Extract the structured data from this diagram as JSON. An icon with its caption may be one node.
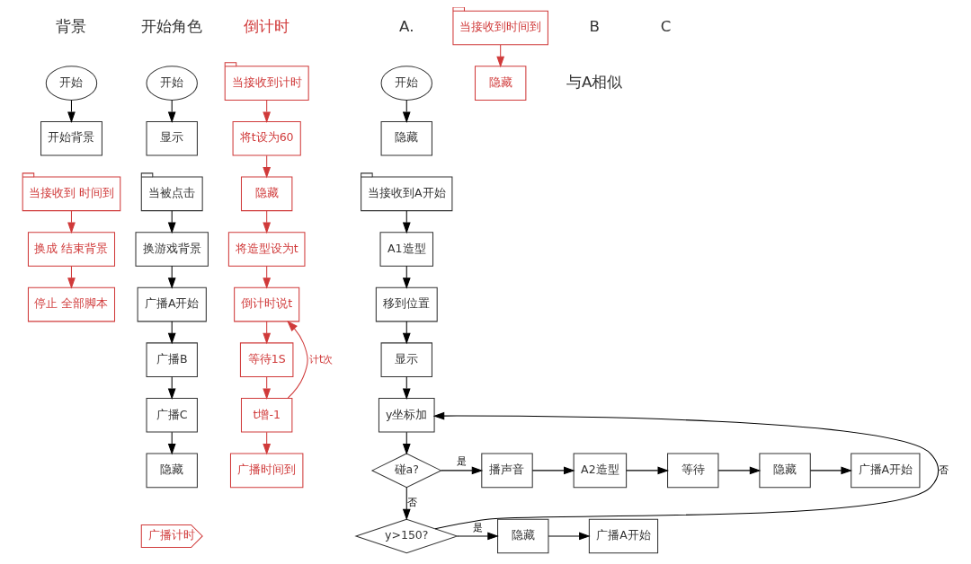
{
  "diagram": {
    "nodes": [
      {
        "text": [
          "开始"
        ]
      },
      {
        "text": [
          "开始背景"
        ]
      },
      {
        "text": [
          "当接收到 时间到"
        ]
      },
      {
        "text": [
          "换成 结束背景"
        ]
      },
      {
        "text": [
          "停止 全部脚本"
        ]
      },
      {
        "text": [
          "开始"
        ]
      },
      {
        "text": [
          "显示"
        ]
      },
      {
        "text": [
          "当被点击"
        ]
      },
      {
        "text": [
          "换游戏背景"
        ]
      },
      {
        "text": [
          "广播A开始"
        ]
      },
      {
        "text": [
          "广播B"
        ]
      },
      {
        "text": [
          "广播C"
        ]
      },
      {
        "text": [
          "隐藏"
        ]
      },
      {
        "text": [
          "广播计时"
        ]
      },
      {
        "text": [
          "当接收到计时"
        ]
      },
      {
        "text": [
          "将t设为60"
        ]
      },
      {
        "text": [
          "隐藏"
        ]
      },
      {
        "text": [
          "将造型设为t"
        ]
      },
      {
        "text": [
          "倒计时说t"
        ]
      },
      {
        "text": [
          "等待1S"
        ]
      },
      {
        "text": [
          "t增-1"
        ]
      },
      {
        "text": [
          "广播时间到"
        ]
      },
      {
        "text": [
          "开始"
        ]
      },
      {
        "text": [
          "隐藏"
        ]
      },
      {
        "text": [
          "当接收到A开始"
        ]
      },
      {
        "text": [
          "A1造型"
        ]
      },
      {
        "text": [
          "移到位置"
        ]
      },
      {
        "text": [
          "显示"
        ]
      },
      {
        "text": [
          "y坐标加"
        ]
      },
      {
        "text": [
          "碰a?"
        ]
      },
      {
        "text": [
          "播声音"
        ]
      },
      {
        "text": [
          "A2造型"
        ]
      },
      {
        "text": [
          "等待"
        ]
      },
      {
        "text": [
          "隐藏"
        ]
      },
      {
        "text": [
          "广播A开始"
        ]
      },
      {
        "text": [
          "y>150?"
        ]
      },
      {
        "text": [
          "隐藏"
        ]
      },
      {
        "text": [
          "广播A开始"
        ]
      },
      {
        "text": [
          "当接收到时间到"
        ]
      },
      {
        "text": [
          "隐藏"
        ]
      }
    ],
    "edges": [
      {
        "from": 0,
        "to": 1,
        "arrow": "to"
      },
      {
        "from": 2,
        "to": 3,
        "arrow": "to",
        "color": "#d03a3a"
      },
      {
        "from": 3,
        "to": 4,
        "arrow": "to",
        "color": "#d03a3a"
      },
      {
        "from": 5,
        "to": 6,
        "arrow": "to"
      },
      {
        "from": 7,
        "to": 8,
        "arrow": "to"
      },
      {
        "from": 8,
        "to": 9,
        "arrow": "to"
      },
      {
        "from": 9,
        "to": 10,
        "arrow": "to"
      },
      {
        "from": 10,
        "to": 11,
        "arrow": "to"
      },
      {
        "from": 11,
        "to": 12,
        "arrow": "to"
      },
      {
        "from": 14,
        "to": 15,
        "arrow": "to",
        "color": "#d03a3a"
      },
      {
        "from": 15,
        "to": 16,
        "arrow": "to",
        "color": "#d03a3a"
      },
      {
        "from": 16,
        "to": 17,
        "arrow": "to",
        "color": "#d03a3a"
      },
      {
        "from": 17,
        "to": 18,
        "arrow": "to",
        "color": "#d03a3a"
      },
      {
        "from": 18,
        "to": 19,
        "arrow": "to",
        "color": "#d03a3a"
      },
      {
        "from": 19,
        "to": 20,
        "arrow": "to",
        "color": "#d03a3a"
      },
      {
        "from": 20,
        "to": 18,
        "arrow": "to",
        "label": "计t次",
        "color": "#d03a3a"
      },
      {
        "from": 20,
        "to": 21,
        "arrow": "to",
        "color": "#d03a3a"
      },
      {
        "from": 22,
        "to": 23,
        "arrow": "to"
      },
      {
        "from": 24,
        "to": 25,
        "arrow": "to"
      },
      {
        "from": 25,
        "to": 26,
        "arrow": "to"
      },
      {
        "from": 26,
        "to": 27,
        "arrow": "to"
      },
      {
        "from": 27,
        "to": 28,
        "arrow": "to"
      },
      {
        "from": 28,
        "to": 29,
        "arrow": "to"
      },
      {
        "from": 29,
        "to": 30,
        "arrow": "to",
        "label": "是"
      },
      {
        "from": 30,
        "to": 31,
        "arrow": "to"
      },
      {
        "from": 31,
        "to": 32,
        "arrow": "to"
      },
      {
        "from": 32,
        "to": 33,
        "arrow": "to"
      },
      {
        "from": 33,
        "to": 34,
        "arrow": "to"
      },
      {
        "from": 29,
        "to": 35,
        "arrow": "to",
        "label": "否"
      },
      {
        "from": 35,
        "to": 36,
        "arrow": "to",
        "label": "是"
      },
      {
        "from": 36,
        "to": 37,
        "arrow": "to"
      },
      {
        "from": 35,
        "to": 28,
        "arrow": "to",
        "label": "否"
      },
      {
        "from": 38,
        "to": 39,
        "arrow": "to",
        "color": "#d03a3a"
      }
    ],
    "labels": [
      "背景",
      "开始角色",
      "倒计时",
      "A.",
      "B",
      "C",
      "与A相似"
    ]
  }
}
